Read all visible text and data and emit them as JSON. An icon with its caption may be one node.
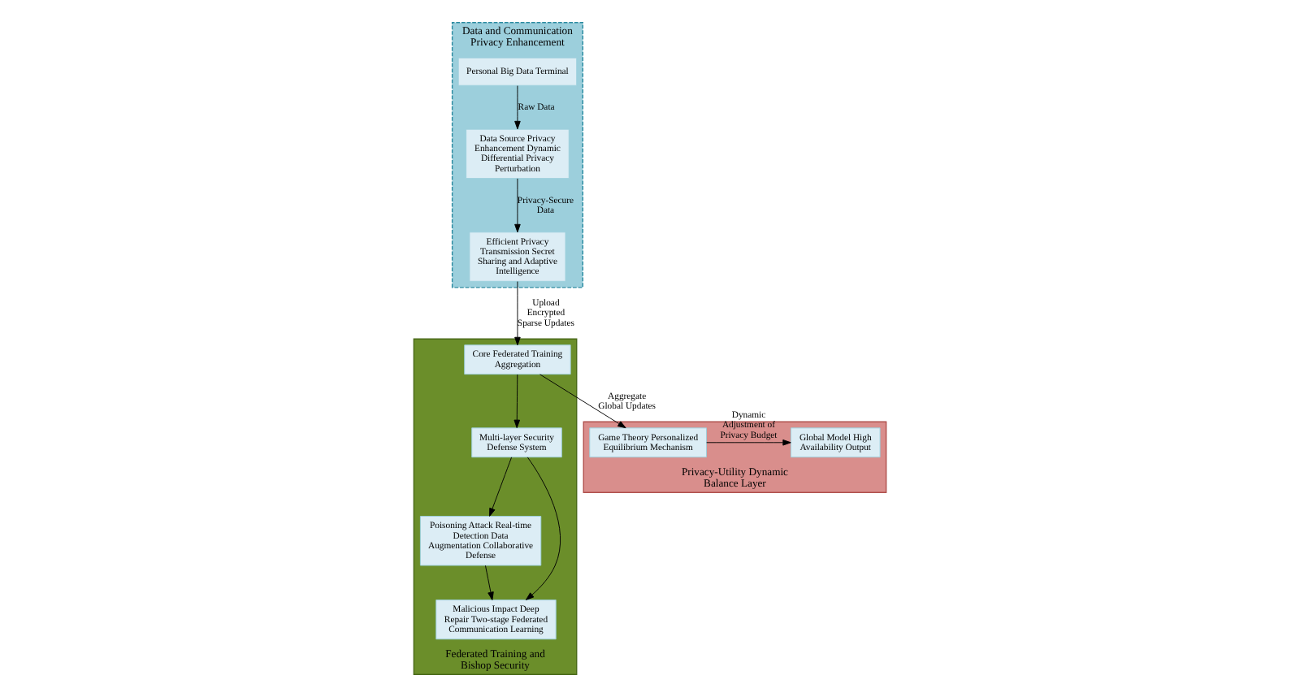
{
  "diagram": {
    "nodes": [
      {
        "text": [
          "Data and Communication Privacy Enhancement"
        ]
      },
      {
        "text": [
          "Personal Big Data Terminal"
        ],
        "in": 0
      },
      {
        "text": [
          "Data Source Privacy Enhancement Dynamic Differential Privacy Perturbation"
        ],
        "in": 0
      },
      {
        "text": [
          "Efficient Privacy Transmission Secret Sharing and Adaptive Intelligence"
        ],
        "in": 0
      },
      {
        "text": [
          "Federated Training and Bishop Security"
        ]
      },
      {
        "text": [
          "Core Federated Training Aggregation"
        ],
        "in": 4
      },
      {
        "text": [
          "Multi-layer Security Defense System"
        ],
        "in": 4
      },
      {
        "text": [
          "Poisoning Attack Real-time Detection Data Augmentation Collaborative Defense"
        ],
        "in": 4
      },
      {
        "text": [
          "Malicious Impact Deep Repair Two-stage Federated Communication Learning"
        ],
        "in": 4
      },
      {
        "text": [
          "Privacy-Utility Dynamic Balance Layer"
        ]
      },
      {
        "text": [
          "Game Theory Personalized Equilibrium Mechanism"
        ],
        "in": 9
      },
      {
        "text": [
          "Global Model High Availability Output"
        ],
        "in": 9
      }
    ],
    "edges": [
      {
        "from": 1,
        "to": 2,
        "arrow": "to",
        "label": "Raw Data"
      },
      {
        "from": 2,
        "to": 3,
        "arrow": "to",
        "label": "Privacy-Secure Data"
      },
      {
        "from": 3,
        "to": 5,
        "arrow": "to",
        "label": "Upload Encrypted Sparse Updates"
      },
      {
        "from": 5,
        "to": 6,
        "arrow": "to"
      },
      {
        "from": 6,
        "to": 7,
        "arrow": "to"
      },
      {
        "from": 6,
        "to": 8,
        "arrow": "to"
      },
      {
        "from": 7,
        "to": 8,
        "arrow": "to"
      },
      {
        "from": 5,
        "to": 10,
        "arrow": "to",
        "label": "Aggregate Global Updates"
      },
      {
        "from": 10,
        "to": 11,
        "arrow": "to",
        "label": "Dynamic Adjustment of Privacy Budget"
      }
    ]
  }
}
